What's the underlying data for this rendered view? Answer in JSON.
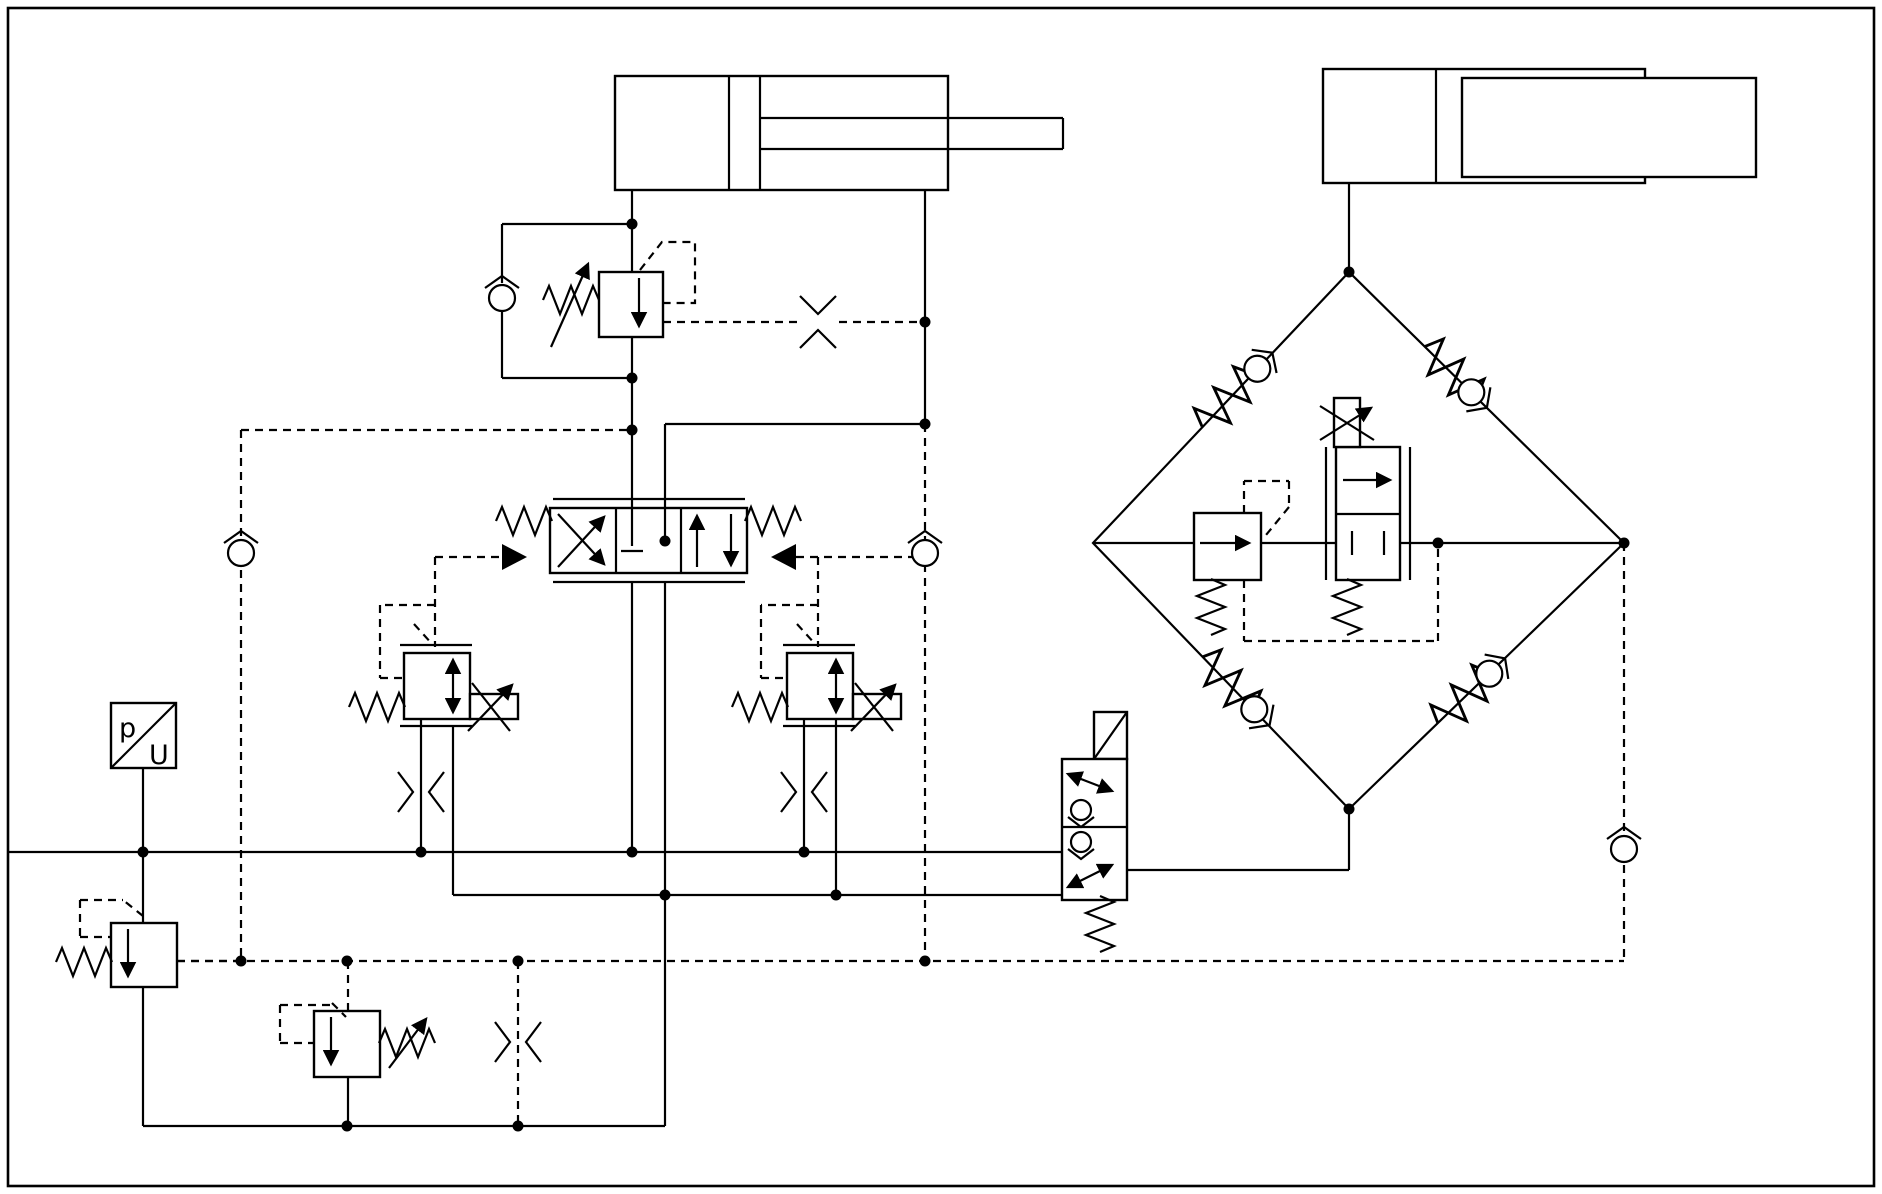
{
  "page": {
    "title": "hydraulic-circuit-schematic",
    "background_color": "#ffffff",
    "line_color": "#000000"
  },
  "sensor": {
    "p_label": "p",
    "u_label": "U"
  },
  "components": {
    "cylinder_left": "double-acting cylinder with piston rod",
    "cylinder_right": "single-rod plunger cylinder",
    "relief_valve_top": "pilot-operated pressure relief valve with adjustable spring and bypass check valve",
    "orifice_top": "fixed restrictor in pilot line",
    "main_valve": "4/3 proportional directional valve, spring centered, hydraulic pilot both sides",
    "pilot_valve_left": "proportional pressure reducing pilot valve with solenoid and restrictor",
    "pilot_valve_right": "proportional pressure reducing pilot valve with solenoid and restrictor",
    "pressure_transducer": "p/U pressure transducer",
    "relief_valve_lower_left": "pilot relief valve with fixed spring",
    "reducing_valve_bottom": "pilot valve with adjustable spring",
    "bypass_valve": "2-position circulation valve with pilot operator, internal check valves and spring return",
    "bridge": "check-valve bridge (diamond) with four spring-loaded check valves",
    "counterbalance_valve": "pilot-operated valve in bridge center",
    "prop_throttle": "2/2 proportional throttle valve with solenoid and spring",
    "check_valves": "pilot-line check valves"
  }
}
